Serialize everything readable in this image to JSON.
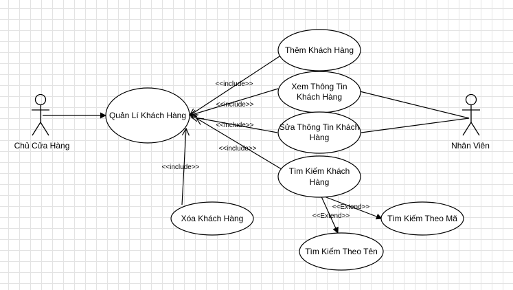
{
  "actors": {
    "owner": "Chủ Cửa Hàng",
    "staff": "Nhân Viên"
  },
  "usecases": {
    "manage": "Quản Lí Khách Hàng",
    "add": "Thêm Khách Hàng",
    "view_line1": "Xem Thông Tin",
    "view_line2": "Khách Hàng",
    "edit_line1": "Sửa Thông Tin Khách",
    "edit_line2": "Hàng",
    "search_line1": "Tìm Kiếm Khách",
    "search_line2": "Hàng",
    "delete": "Xóa Khách Hàng",
    "by_code": "Tìm Kiếm Theo Mã",
    "by_name": "Tìm Kiếm Theo Tên"
  },
  "edge_labels": {
    "include_add": "<<include>>",
    "include_view": "<<include>>",
    "include_edit": "<<include>>",
    "include_search": "<<include>>",
    "include_delete": "<<include>>",
    "extend_code": "<<Extend>>",
    "extend_name": "<<Extend>>"
  }
}
